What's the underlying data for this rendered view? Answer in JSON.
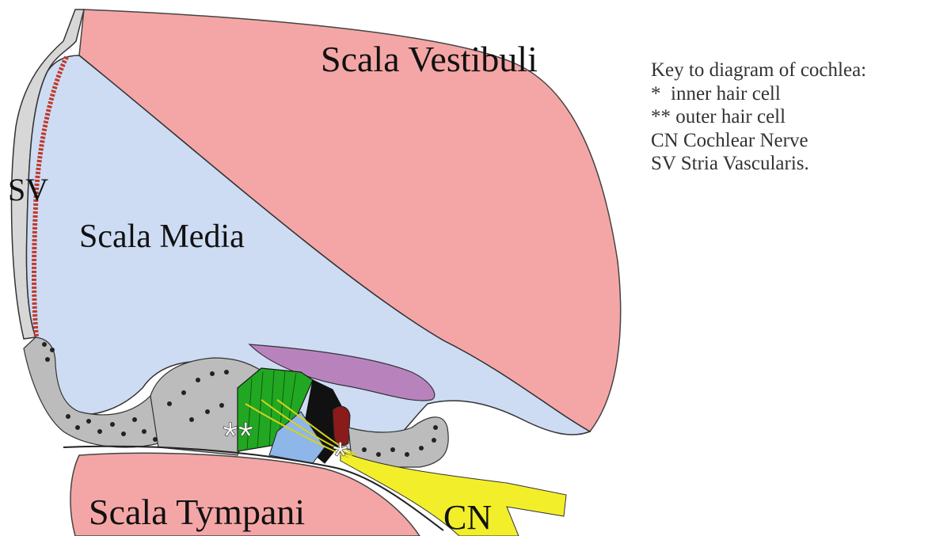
{
  "labels": {
    "scala_vestibuli": "Scala Vestibuli",
    "scala_media": "Scala Media",
    "scala_tympani": "Scala Tympani",
    "sv": "SV",
    "cn": "CN",
    "inner_marker": "*",
    "outer_marker": "**"
  },
  "key": {
    "title": "Key to diagram of cochlea:",
    "items": [
      "*  inner hair cell",
      "** outer hair cell",
      "CN Cochlear Nerve",
      "SV Stria Vascularis."
    ]
  },
  "colors": {
    "scala_pink": "#f4a6a6",
    "media_blue": "#cddcf3",
    "tectorial_purple": "#b883bd",
    "outer_hair_cell_green": "#22a722",
    "support_gray": "#bcbcbc",
    "nerve_yellow": "#f2ef2a",
    "stria_red": "#c0392b",
    "pillar_dark_red": "#8b1a1a"
  }
}
